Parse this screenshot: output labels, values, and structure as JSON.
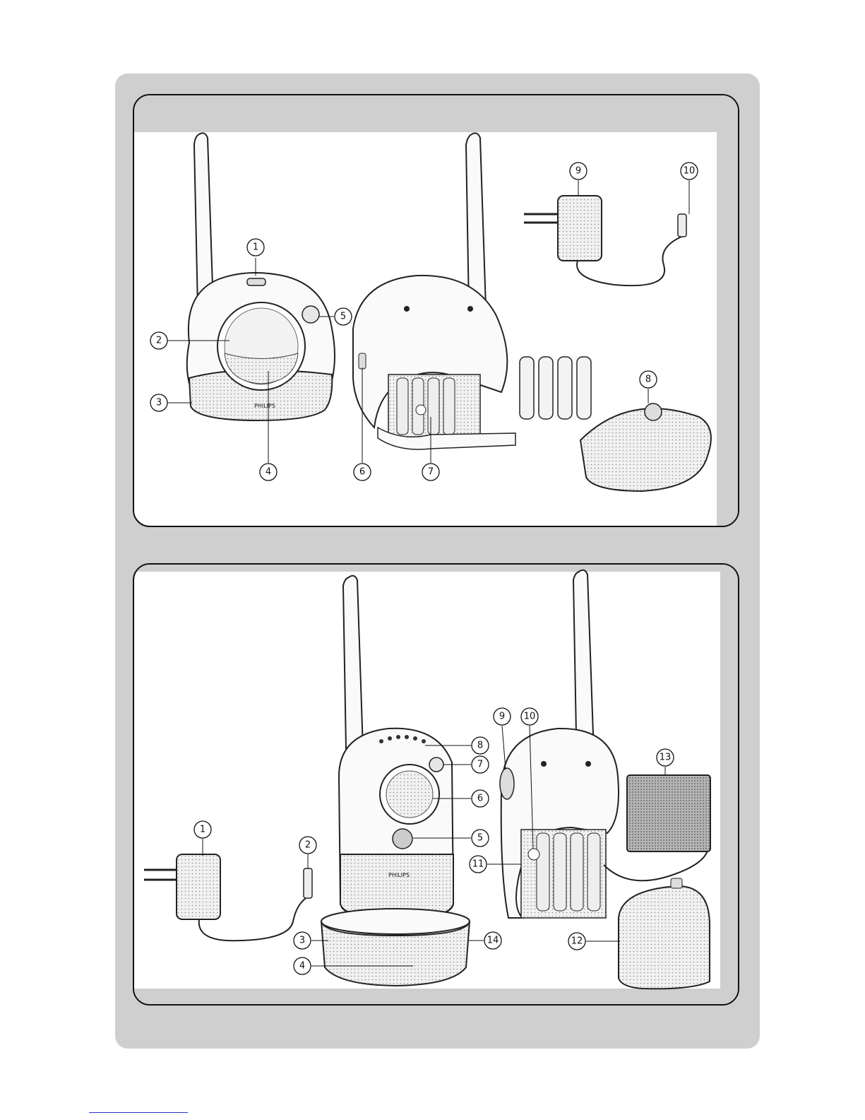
{
  "page": {
    "title": ""
  },
  "panel_top": {
    "brand": "PHILIPS",
    "callouts": [
      "1",
      "2",
      "3",
      "4",
      "5",
      "6",
      "7",
      "8",
      "9",
      "10"
    ]
  },
  "panel_bottom": {
    "brand": "PHILIPS",
    "callouts": [
      "1",
      "2",
      "3",
      "4",
      "5",
      "6",
      "7",
      "8",
      "9",
      "10",
      "11",
      "12",
      "13",
      "14"
    ]
  },
  "colors": {
    "frame": "#cfcfcf",
    "panel_border": "#111111",
    "link": "#2233cc"
  }
}
